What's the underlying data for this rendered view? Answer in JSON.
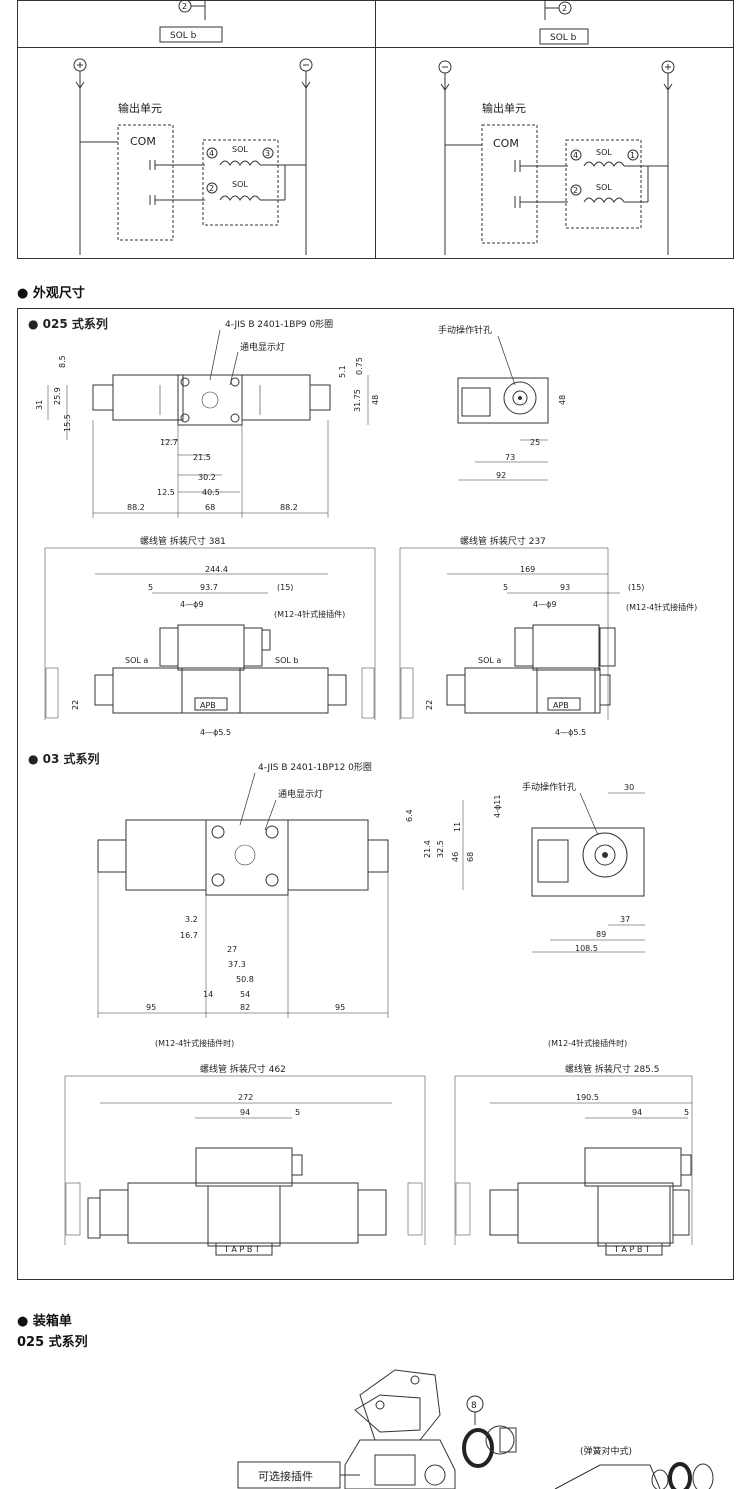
{
  "wiring": {
    "sol_b_left": "SOL b",
    "sol_b_right": "SOL b",
    "circle_2_top_left": "2",
    "circle_2_top_right": "2",
    "plus": "+",
    "minus": "−",
    "output_unit": "输出单元",
    "com": "COM",
    "sol": "SOL",
    "pins_left": [
      "4",
      "3",
      "2"
    ],
    "pins_right": [
      "4",
      "1",
      "2"
    ]
  },
  "appearance": {
    "title": "外观尺寸",
    "s025": {
      "title": "025 式系列",
      "oring": "4-JIS B 2401-1BP9 0形圈",
      "lamp": "通电显示灯",
      "manual_pin": "手动操作针孔",
      "dims_top_left": [
        "8.5",
        "31",
        "25.9",
        "15.5"
      ],
      "dims_top_right": [
        "5.1",
        "0.75",
        "31.75",
        "48"
      ],
      "dims_bottom": [
        "12.7",
        "21.5",
        "30.2",
        "12.5",
        "40.5",
        "88.2",
        "68",
        "88.2"
      ],
      "side_dims": [
        "48",
        "25",
        "73",
        "92"
      ],
      "coil_381": "螺线管  拆装尺寸 381",
      "coil_237": "螺线管  拆装尺寸 237",
      "d244": "244.4",
      "d169": "169",
      "d5a": "5",
      "d937": "93.7",
      "d15a": "(15)",
      "d5b": "5",
      "d93": "93",
      "d15b": "(15)",
      "phi9a": "4—ϕ9",
      "phi9b": "4—ϕ9",
      "m12a": "(M12-4针式接插件)",
      "m12b": "(M12-4针式接插件)",
      "sola": "SOL a",
      "solb": "SOL b",
      "sola2": "SOL a",
      "d22a": "22",
      "d22b": "22",
      "phi55a": "4—ϕ5.5",
      "phi55b": "4—ϕ5.5",
      "apb": "APB"
    },
    "s03": {
      "title": "03 式系列",
      "oring": "4-JIS B 2401-1BP12 0形圈",
      "lamp": "通电显示灯",
      "manual_pin": "手动操作针孔",
      "dims_right": [
        "6.4",
        "11",
        "21.4",
        "32.5",
        "46",
        "68"
      ],
      "dims_bottom": [
        "3.2",
        "16.7",
        "27",
        "37.3",
        "50.8",
        "54",
        "14",
        "95",
        "82",
        "95"
      ],
      "phi11": "4-ϕ11",
      "side_dims": [
        "30",
        "37",
        "89",
        "108.5"
      ],
      "m12a": "(M12-4针式接插件时)",
      "m12b": "(M12-4针式接插件时)",
      "coil_462": "螺线管  拆装尺寸 462",
      "coil_2855": "螺线管  拆装尺寸 285.5",
      "d272": "272",
      "d94a": "94",
      "d5a": "5",
      "d1905": "190.5",
      "d94b": "94",
      "d5b": "5",
      "tapbt": "T A P B T"
    }
  },
  "packing": {
    "title": "装箱单",
    "series": "025 式系列",
    "item8": "8",
    "optional": "可选接插件",
    "spring": "(弹簧对中式)"
  },
  "colors": {
    "line": "#333333",
    "bg": "#ffffff"
  }
}
